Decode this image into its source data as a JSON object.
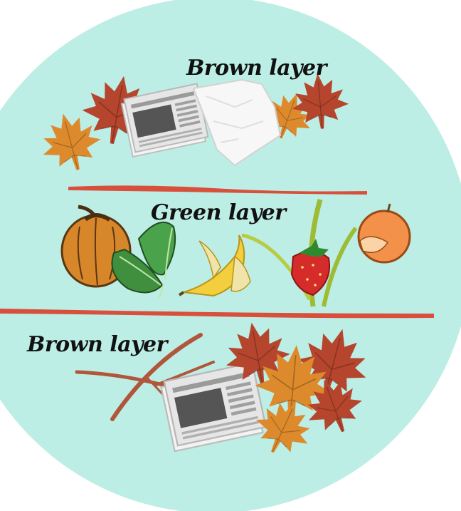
{
  "labels": {
    "top": "Brown layer",
    "middle": "Green layer",
    "bottom": "Brown layer"
  },
  "colors": {
    "background_circle": "#bdeee6",
    "divider": "#d8503c",
    "leaf_dark": "#b5452c",
    "leaf_orange": "#dd8a2c",
    "newspaper": "#e4e4e4",
    "text": "#111111"
  },
  "items": {
    "top": [
      "maple-leaf-icon",
      "newspaper-icon",
      "crumpled-paper-icon"
    ],
    "middle": [
      "pumpkin-icon",
      "spinach-icon",
      "banana-peel-icon",
      "strawberry-icon",
      "orange-icon"
    ],
    "bottom": [
      "twig-icon",
      "newspaper-icon",
      "maple-leaf-icon"
    ]
  }
}
